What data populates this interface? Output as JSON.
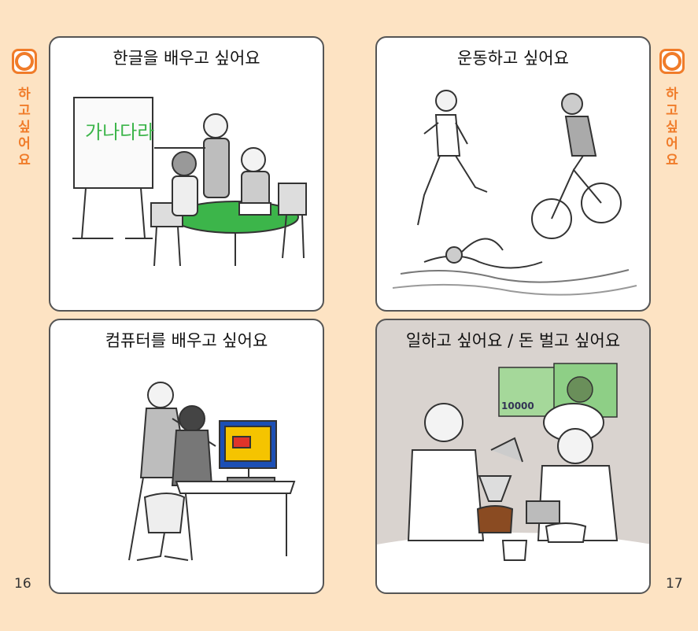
{
  "side_label": "하고싶어요",
  "pages": {
    "left": "16",
    "right": "17"
  },
  "cards": [
    {
      "title": "한글을 배우고 싶어요",
      "board_text": "가나다라"
    },
    {
      "title": "운동하고 싶어요"
    },
    {
      "title": "컴퓨터를 배우고 싶어요"
    },
    {
      "title": "일하고 싶어요 / 돈 벌고 싶어요",
      "banknote_value": "10000"
    }
  ],
  "colors": {
    "accent": "#f07c2a",
    "background": "#fde3c3",
    "card_border": "#555555"
  }
}
